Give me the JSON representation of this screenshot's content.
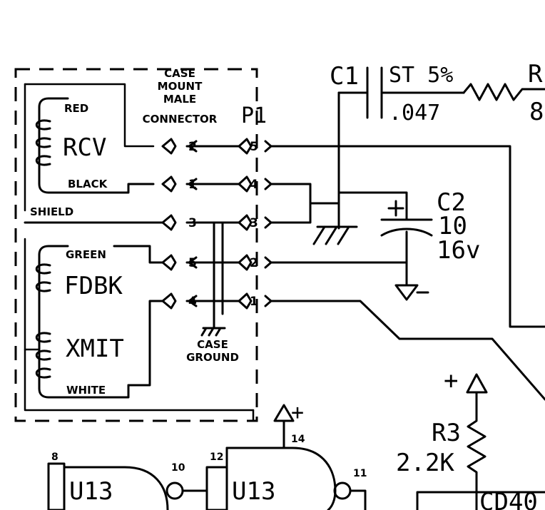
{
  "connector": {
    "heading_line1": "CASE",
    "heading_line2": "MOUNT",
    "heading_line3": "MALE",
    "heading_line4": "CONNECTOR",
    "ref": "P1",
    "case_ground_line1": "CASE",
    "case_ground_line2": "GROUND",
    "shield_label": "SHIELD",
    "left_pins": [
      "2",
      "1",
      "3",
      "5",
      "4"
    ],
    "right_pins": [
      "5",
      "4",
      "3",
      "2",
      "1"
    ]
  },
  "coil_rcv": {
    "name": "RCV",
    "top_wire": "RED",
    "bottom_wire": "BLACK"
  },
  "coil_xmit": {
    "name_fdbk": "FDBK",
    "name_xmit": "XMIT",
    "top_wire": "GREEN",
    "bottom_wire": "WHITE"
  },
  "c1": {
    "ref": "C1",
    "spec": "ST 5%",
    "value": ".047"
  },
  "r_partial": {
    "ref": "R",
    "value": "8"
  },
  "c2": {
    "ref": "C2",
    "value": "10",
    "voltage": "16v",
    "polarity": "+"
  },
  "r3": {
    "ref": "R3",
    "value": "2.2K",
    "supply": "+"
  },
  "u13a": {
    "ref": "U13",
    "pin_in": "8",
    "pin_out": "10"
  },
  "u13b": {
    "ref": "U13",
    "pin_in": "12",
    "pin_vcc": "14",
    "pin_out": "11",
    "supply": "+"
  },
  "cd40_partial": {
    "ref": "CD40"
  }
}
